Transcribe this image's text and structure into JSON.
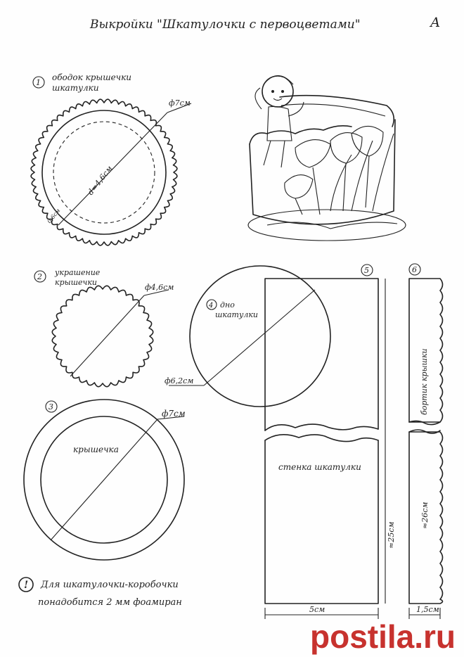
{
  "header": {
    "title": "Выкройки \"Шкатулочки с первоцветами\"",
    "page_letter": "А"
  },
  "parts": {
    "p1": {
      "num": "1",
      "label_line1": "ободок крышечки",
      "label_line2": "шкатулки",
      "dim_outer": "ф7см",
      "dim_inner": "d=4,6см",
      "dim_rim": "0,6см"
    },
    "p2": {
      "num": "2",
      "label_line1": "украшение",
      "label_line2": "крышечки",
      "dim": "ф4,6см"
    },
    "p3": {
      "num": "3",
      "label": "крышечка",
      "dim": "ф7см"
    },
    "p4": {
      "num": "4",
      "label_line1": "дно",
      "label_line2": "шкатулки",
      "dim": "ф6,2см"
    },
    "p5": {
      "num": "5",
      "label": "стенка шкатулки",
      "dim_height": "≈25см",
      "dim_width": "5см"
    },
    "p6": {
      "num": "6",
      "label": "бортик крышки",
      "dim_height": "≈26см",
      "dim_width": "1,5см"
    }
  },
  "note": {
    "icon": "!",
    "line1": "Для шкатулочки-коробочки",
    "line2": "понадобится 2 мм фоамиран"
  },
  "illustration": {
    "subject": "gift-box-with-fairy-and-flowers"
  },
  "watermark": {
    "text": "postila.ru",
    "color": "#c7322e"
  }
}
